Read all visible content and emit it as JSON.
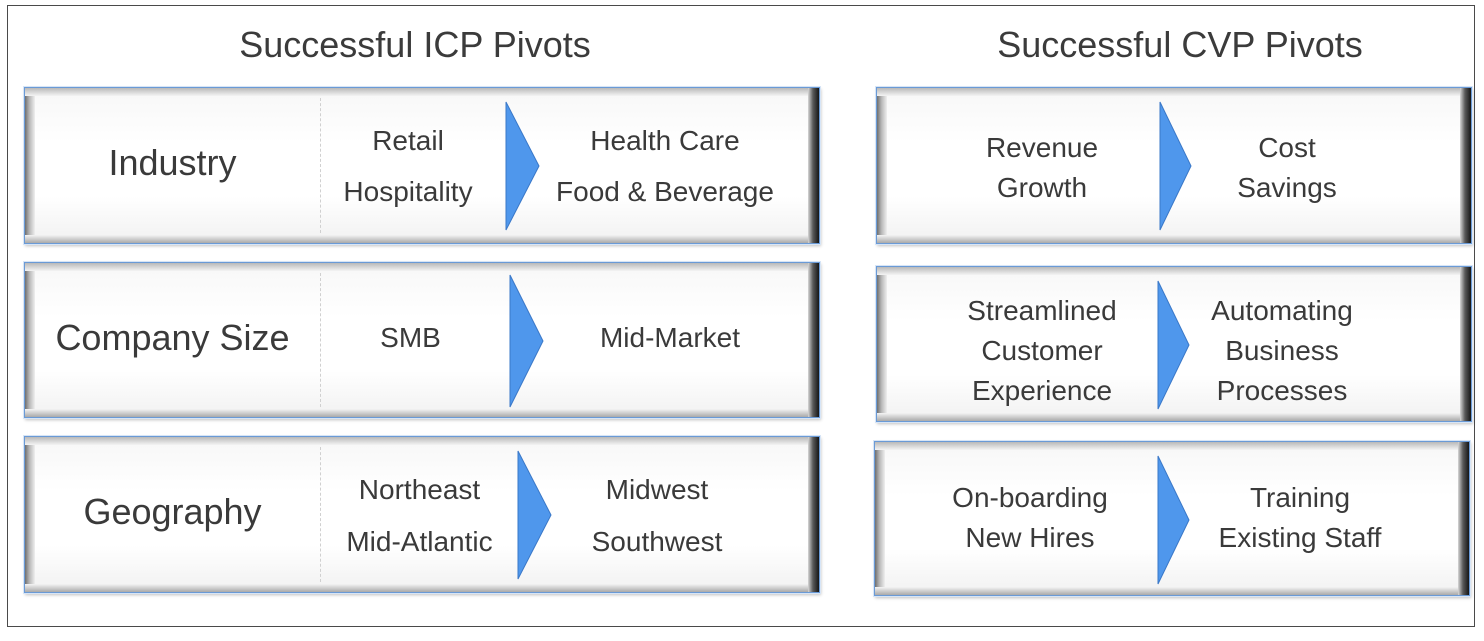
{
  "icp": {
    "heading": "Successful ICP Pivots",
    "rows": [
      {
        "category": "Industry",
        "from": [
          "Retail",
          "Hospitality"
        ],
        "to": [
          "Health Care",
          "Food & Beverage"
        ]
      },
      {
        "category": "Company Size",
        "from": [
          "SMB"
        ],
        "to": [
          "Mid-Market"
        ]
      },
      {
        "category": "Geography",
        "from": [
          "Northeast",
          "Mid-Atlantic"
        ],
        "to": [
          "Midwest",
          "Southwest"
        ]
      }
    ]
  },
  "cvp": {
    "heading": "Successful CVP Pivots",
    "rows": [
      {
        "from": [
          "Revenue",
          "Growth"
        ],
        "to": [
          "Cost",
          "Savings"
        ]
      },
      {
        "from": [
          "Streamlined",
          "Customer",
          "Experience"
        ],
        "to": [
          "Automating",
          "Business",
          "Processes"
        ]
      },
      {
        "from": [
          "On-boarding",
          "New Hires"
        ],
        "to": [
          "Training",
          "Existing Staff"
        ]
      }
    ]
  },
  "colors": {
    "arrow": "#4f97ec",
    "card_border": "#6a9ad6",
    "frame": "#4a4a4a"
  },
  "icons": {
    "pivot_arrow": "chevron-right-icon"
  }
}
